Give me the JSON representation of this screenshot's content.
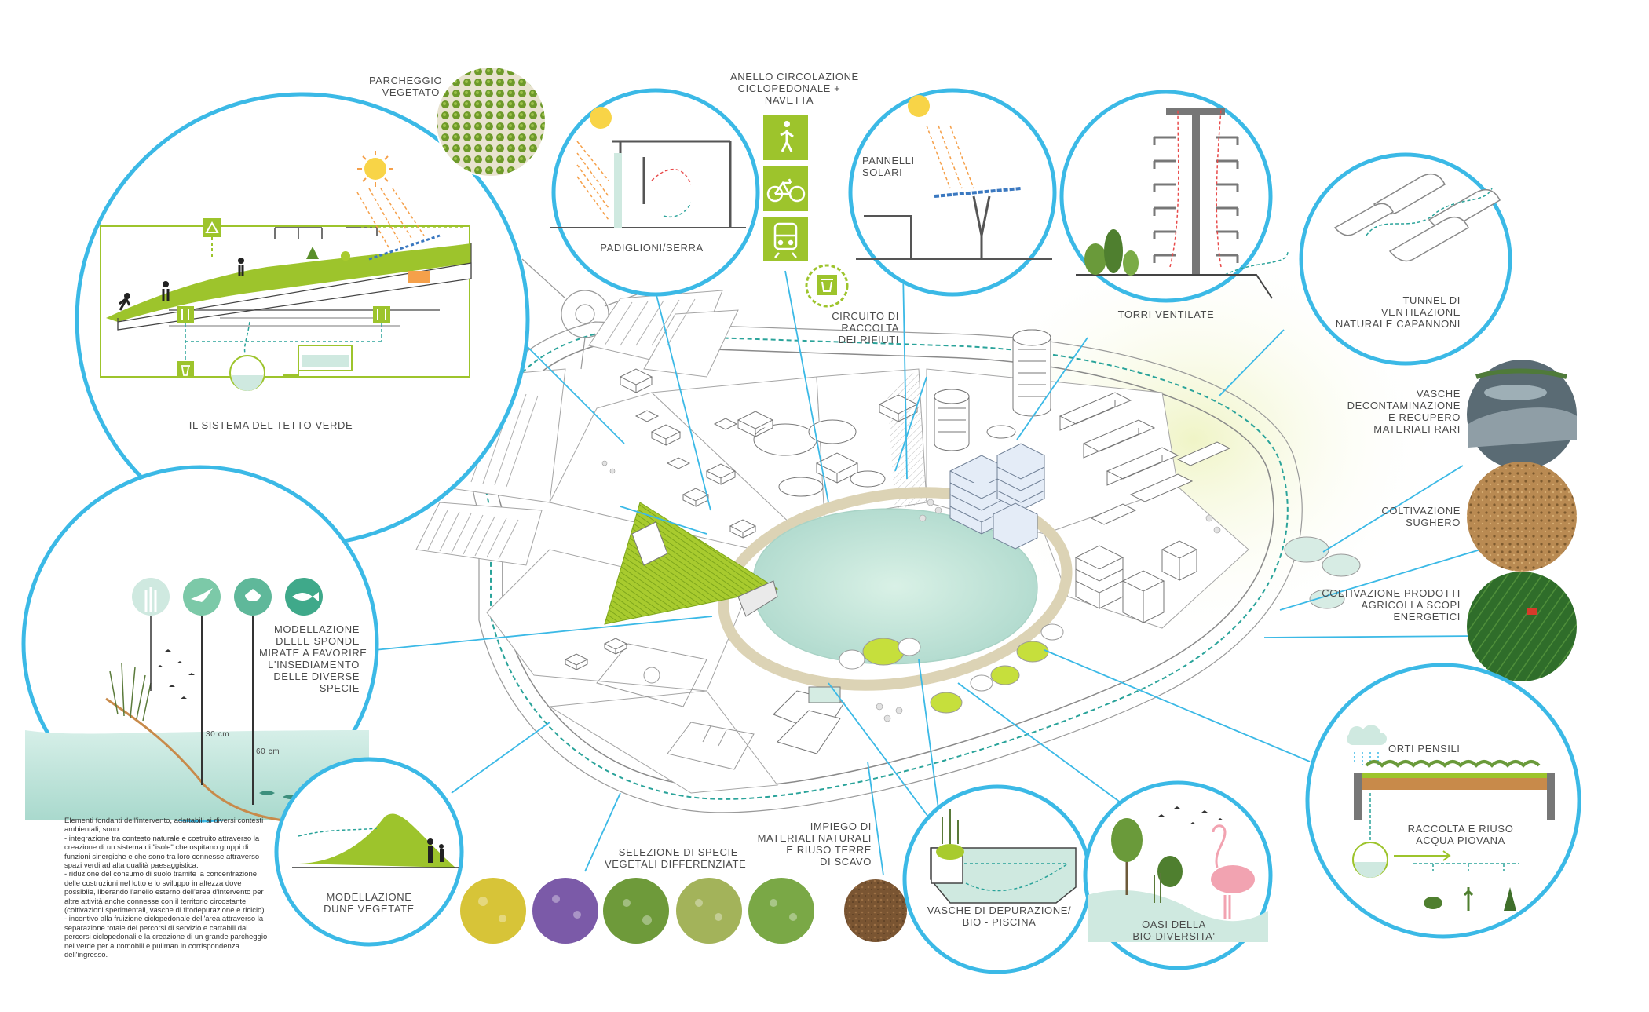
{
  "labels": {
    "parcheggio": [
      "PARCHEGGIO",
      "VEGETATO"
    ],
    "anello": [
      "ANELLO CIRCOLAZIONE",
      "CICLOPEDONALE +",
      "NAVETTA"
    ],
    "padiglioni": [
      "PADIGLIONI/SERRA"
    ],
    "pannelli": [
      "PANNELLI",
      "SOLARI"
    ],
    "circuito": [
      "CIRCUITO DI",
      "RACCOLTA",
      "DEI RIFIUTI"
    ],
    "torri": [
      "TORRI VENTILATE"
    ],
    "tunnel": [
      "TUNNEL DI",
      "VENTILAZIONE",
      "NATURALE CAPANNONI"
    ],
    "vasche_decont": [
      "VASCHE",
      "DECONTAMINAZIONE",
      "E RECUPERO",
      "MATERIALI RARI"
    ],
    "sughero": [
      "COLTIVAZIONE",
      "SUGHERO"
    ],
    "agricoli": [
      "COLTIVAZIONE PRODOTTI",
      "AGRICOLI A SCOPI",
      "ENERGETICI"
    ],
    "tetto": [
      "IL SISTEMA DEL TETTO VERDE"
    ],
    "sponde": [
      "MODELLAZIONE",
      "DELLE SPONDE",
      "MIRATE A FAVORIRE",
      "L'INSEDIAMENTO",
      "DELLE DIVERSE",
      "SPECIE"
    ],
    "depth_30": "30 cm",
    "depth_60": "60 cm",
    "dune": [
      "MODELLAZIONE",
      "DUNE VEGETATE"
    ],
    "selezione": [
      "SELEZIONE DI SPECIE",
      "VEGETALI DIFFERENZIATE"
    ],
    "impiego": [
      "IMPIEGO DI",
      "MATERIALI NATURALI",
      "E RIUSO TERRE",
      "DI SCAVO"
    ],
    "depurazione": [
      "VASCHE DI DEPURAZIONE/",
      "BIO - PISCINA"
    ],
    "oasi": [
      "OASI DELLA",
      "BIO-DIVERSITA'"
    ],
    "orti": [
      "ORTI PENSILI"
    ],
    "raccolta": [
      "RACCOLTA E RIUSO",
      "ACQUA PIOVANA"
    ]
  },
  "body_text": [
    "Elementi fondanti dell'intervento, adattabili ai diversi contesti ambientali, sono:",
    "- integrazione tra contesto naturale e costruito attraverso la creazione di un sistema di \"isole\" che ospitano gruppi di funzioni sinergiche e che sono tra loro connesse attraverso spazi verdi ad alta qualità paesaggistica.",
    "- riduzione del consumo di suolo tramite la concentrazione delle costruzioni nel lotto e lo sviluppo in altezza dove possibile, liberando l'anello esterno dell'area d'intervento per altre attività anche connesse con il territorio circostante (coltivazioni sperimentali, vasche di fitodepurazione e riciclo).",
    "- incentivo alla fruizione ciclopedonale dell'area attraverso la separazione totale dei percorsi di servizio e carrabili dai percorsi ciclopedonali e la creazione di un grande parcheggio nel verde per automobili e pullman in corrispondenza dell'ingresso."
  ],
  "colors": {
    "circle_stroke": "#3bb9e6",
    "green": "#9dc42c",
    "lime": "#c6df3c",
    "water": "#cfe9e0",
    "text": "#4a4a4a",
    "orange": "#f5a04a"
  },
  "icons": [
    "recycle-icon",
    "pedestrian-icon",
    "bicycle-icon",
    "train-icon",
    "trash-bin-icon",
    "sun-icon",
    "bird-icon",
    "plant-icon",
    "fish-icon",
    "lily-icon",
    "rain-cloud-icon",
    "flamingo-icon"
  ]
}
